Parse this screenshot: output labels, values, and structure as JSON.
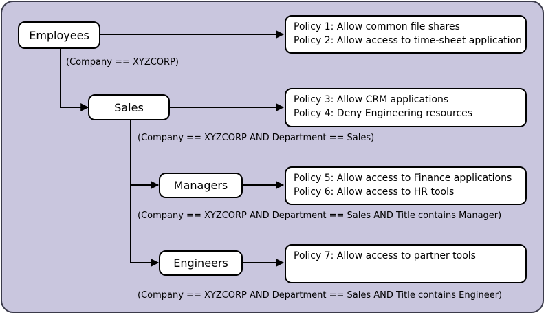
{
  "colors": {
    "background": "#c9c6de",
    "box_fill": "#ffffff",
    "stroke": "#000000"
  },
  "nodes": {
    "employees": "Employees",
    "sales": "Sales",
    "managers": "Managers",
    "engineers": "Engineers"
  },
  "policies": {
    "employees": [
      "Policy 1: Allow common file shares",
      "Policy 2: Allow access to time-sheet application"
    ],
    "sales": [
      "Policy 3: Allow CRM applications",
      "Policy 4: Deny Engineering resources"
    ],
    "managers": [
      "Policy 5: Allow access to Finance applications",
      "Policy 6: Allow access to HR tools"
    ],
    "engineers": [
      "Policy 7: Allow access to partner tools"
    ]
  },
  "conditions": {
    "employees": "(Company == XYZCORP)",
    "sales": "(Company == XYZCORP AND Department == Sales)",
    "managers": "(Company == XYZCORP AND Department == Sales AND Title contains Manager)",
    "engineers": "(Company == XYZCORP AND Department == Sales AND Title contains Engineer)"
  }
}
